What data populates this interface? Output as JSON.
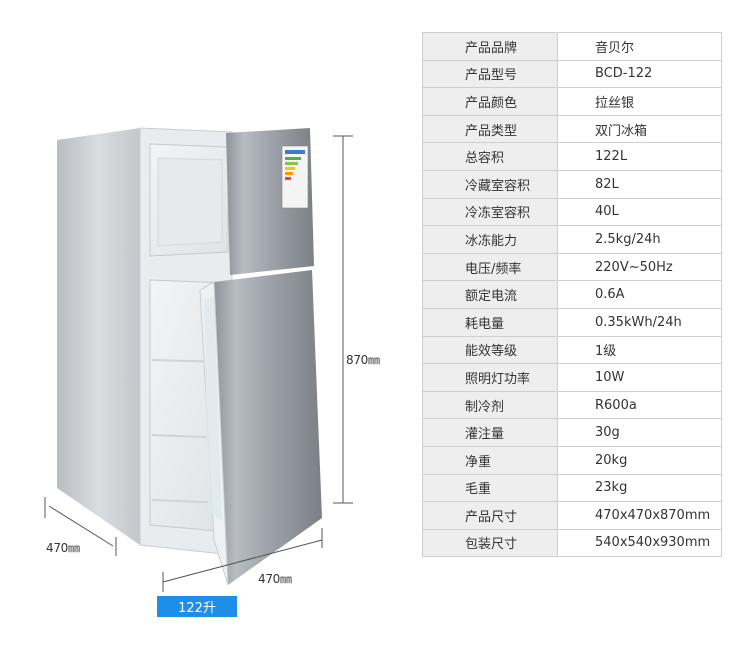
{
  "specs": [
    {
      "label": "产品品牌",
      "value": "音贝尔"
    },
    {
      "label": "产品型号",
      "value": "BCD-122"
    },
    {
      "label": "产品颜色",
      "value": "拉丝银"
    },
    {
      "label": "产品类型",
      "value": "双门冰箱"
    },
    {
      "label": "总容积",
      "value": "122L"
    },
    {
      "label": "冷藏室容积",
      "value": "82L"
    },
    {
      "label": "冷冻室容积",
      "value": "40L"
    },
    {
      "label": "冰冻能力",
      "value": "2.5kg/24h"
    },
    {
      "label": "电压/频率",
      "value": "220V~50Hz"
    },
    {
      "label": "额定电流",
      "value": "0.6A"
    },
    {
      "label": "耗电量",
      "value": "0.35kWh/24h"
    },
    {
      "label": "能效等级",
      "value": "1级"
    },
    {
      "label": "照明灯功率",
      "value": "10W"
    },
    {
      "label": "制冷剂",
      "value": "R600a"
    },
    {
      "label": "灌注量",
      "value": "30g"
    },
    {
      "label": "净重",
      "value": "20kg"
    },
    {
      "label": "毛重",
      "value": "23kg"
    },
    {
      "label": "产品尺寸",
      "value": "470x470x870mm"
    },
    {
      "label": "包装尺寸",
      "value": "540x540x930mm"
    }
  ],
  "dimensions": {
    "height": "870㎜",
    "depth": "470㎜",
    "width": "470㎜"
  },
  "capacity_badge": "122升",
  "colors": {
    "badge": "#1e8fe8",
    "label_cell": "#eeeeee",
    "border": "#cfcfcf",
    "fridge_silver": "#c8ccd0"
  }
}
